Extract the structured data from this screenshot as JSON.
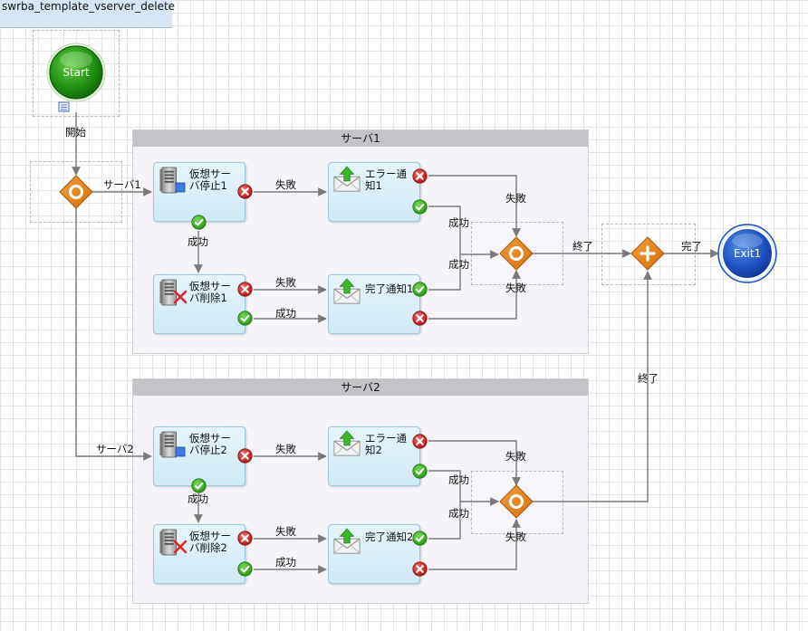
{
  "title": "swrba_template_vserver_delete",
  "lanes": {
    "server1": "サーバ1",
    "server2": "サーバ2"
  },
  "nodes": {
    "start": "Start",
    "exit": "Exit1",
    "task_stop1": "仮想サーバ停止1",
    "task_stop1_l1": "仮想サー",
    "task_stop1_l2": "バ停止1",
    "task_err1_l1": "エラー通",
    "task_err1_l2": "知1",
    "task_del1_l1": "仮想サー",
    "task_del1_l2": "バ削除1",
    "task_done1": "完了通知1",
    "task_stop2_l1": "仮想サー",
    "task_stop2_l2": "バ停止2",
    "task_err2_l1": "エラー通",
    "task_err2_l2": "知2",
    "task_del2_l1": "仮想サー",
    "task_del2_l2": "バ削除2",
    "task_done2": "完了通知2"
  },
  "edges": {
    "kaishi": "開始",
    "server1": "サーバ1",
    "server2": "サーバ2",
    "fail_s1a": "失敗",
    "success_s1a": "成功",
    "fail_s1b": "失敗",
    "success_s1b": "成功",
    "fail_s1c": "失敗",
    "success_s1c": "成功",
    "success_s1d": "成功",
    "fail_s1d": "失敗",
    "end1": "終了",
    "done": "完了",
    "end2": "終了",
    "fail_s2a": "失敗",
    "success_s2a": "成功",
    "fail_s2b": "失敗",
    "success_s2b": "成功",
    "fail_s2c": "失敗",
    "success_s2c": "成功",
    "success_s2d": "成功",
    "fail_s2d": "失敗"
  }
}
